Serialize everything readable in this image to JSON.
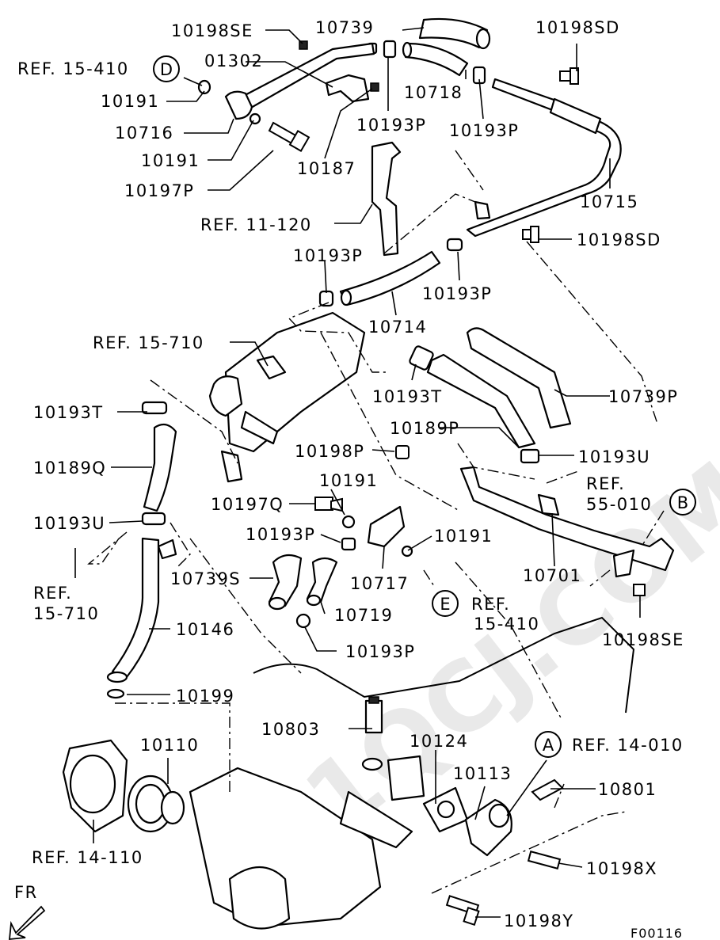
{
  "watermark": "51QCJ.COM",
  "figure_code": "F00116",
  "front_marker": "FR",
  "callouts": {
    "c1": "10198SE",
    "c2": "10739",
    "c3": "10198SD",
    "c4": "REF. 15-410",
    "c5": "01302",
    "c6": "10191",
    "c7": "10718",
    "c8": "10716",
    "c9": "10193P",
    "c10": "10193P",
    "c11": "10191",
    "c12": "10187",
    "c13": "10197P",
    "c14": "10715",
    "c15": "REF. 11-120",
    "c16": "10198SD",
    "c17": "10193P",
    "c18": "10193P",
    "c19": "10714",
    "c20": "REF. 15-710",
    "c21": "10739P",
    "c22": "10193T",
    "c23": "10193T",
    "c24": "10189P",
    "c25": "10189Q",
    "c26": "10198P",
    "c27": "10193U",
    "c28": "10191",
    "c29": "REF.",
    "c30": "55-010",
    "c31": "10197Q",
    "c32": "10193U",
    "c33": "10193P",
    "c34": "10191",
    "c35": "10717",
    "c36": "10701",
    "c37": "REF.",
    "c38": "10739S",
    "c39": "REF.",
    "c40": "15-410",
    "c41": "15-710",
    "c42": "10719",
    "c43": "10146",
    "c44": "10198SE",
    "c45": "10193P",
    "c46": "10199",
    "c47": "10803",
    "c48": "10124",
    "c49": "REF. 14-010",
    "c50": "10110",
    "c51": "10113",
    "c52": "10801",
    "c53": "REF. 14-110",
    "c54": "10198X",
    "c55": "10198Y"
  },
  "ref_circles": {
    "A": "A",
    "B": "B",
    "D": "D",
    "E": "E"
  }
}
